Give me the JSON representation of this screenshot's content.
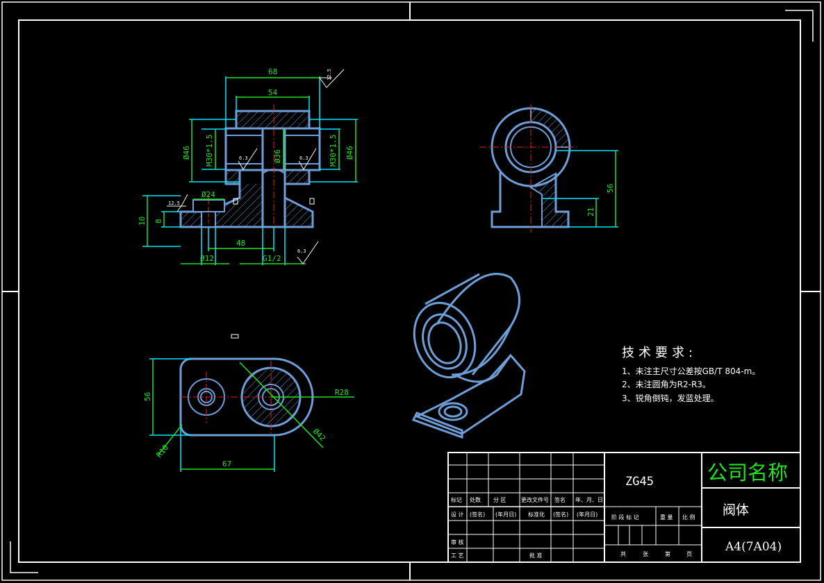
{
  "dimensions": {
    "top_width": "68",
    "inner_width": "54",
    "dia_46_left": "Ø46",
    "thread_left": "M30*1.5",
    "dia_36": "Ø36",
    "thread_right": "M30*1.5",
    "dia_46_right": "Ø46",
    "dia_24": "Ø24",
    "h10": "10",
    "h8": "8",
    "span_48": "48",
    "dia_12": "Ø12",
    "pipe_thread": "G1/2",
    "height_56_side": "56",
    "height_21_side": "21",
    "height_56_plan": "56",
    "width_67_plan": "67",
    "radius_28": "R28",
    "radius_10": "R10",
    "dia_42": "Ø42",
    "rough_top": "12.5",
    "rough_left": "12.5",
    "rough_1": "6.3",
    "rough_2": "6.3",
    "rough_3": "6.3"
  },
  "technical_requirements": {
    "title": "技术要求:",
    "items": [
      "1、未注主尺寸公差按GB/T 804-m。",
      "2、未注圆角为R2-R3。",
      "3、锐角倒钝，发蓝处理。"
    ]
  },
  "title_block": {
    "company": "公司名称",
    "material": "ZG45",
    "part_name": "阀体",
    "drawing_no": "A4(7A04)",
    "row_labels": {
      "mark": "标记",
      "count": "处数",
      "zone": "分 区",
      "change_doc": "更改文件号",
      "sign": "签名",
      "date": "年、月、日",
      "design": "设 计",
      "sign2": "(签名)",
      "date2": "(年月日)",
      "standard": "标准化",
      "sign3": "(签名)",
      "date3": "(年月日)",
      "review": "审 核",
      "process": "工 艺",
      "approve": "批 准",
      "stage": "阶 段 标 记",
      "weight": "重 量",
      "scale": "比 例",
      "total": "共",
      "sheets": "张",
      "no": "第",
      "page": "页"
    }
  },
  "colors": {
    "background": "#000000",
    "frame": "#ffffff",
    "outline": "#6f9fd8",
    "dimension": "#22e322",
    "leader": "#00e8ff",
    "centerline": "#e02020",
    "company": "#22e322"
  }
}
